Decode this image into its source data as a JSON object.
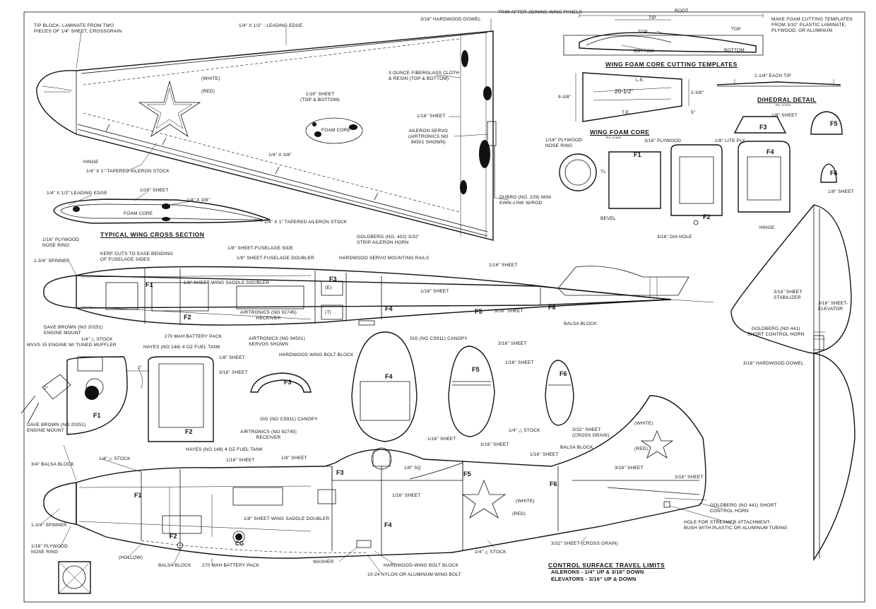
{
  "labels": {
    "tip_block": "Tip block- laminate from two\npieces of 1/4\" sheet, crossgrain",
    "leading_edge_top": "1/4\" x 1/2\" - leading edge",
    "hardwood_dowel": "3/16\" hardwood dowel",
    "trim_after": "Trim after joining wing panels",
    "white_wing": "(White)",
    "red_wing": "(Red)",
    "sheet_wing": "1/16\" sheet\n(top & bottom)",
    "fiberglass": "3 ounce fiberglass cloth\n& resin (top & bottom)",
    "sheet_116_a": "1/16\" sheet",
    "foam_core_wing": "Foam core",
    "aileron_servo": "Aileron servo\n(Airtronics no\n94501 shown)",
    "hinge_top": "Hinge",
    "tapered_stock_top": "1/4\" x 1\"-tapered aileron stock",
    "stock_14_38_a": "1/4\" x 3/8\"",
    "dubro": "Dubro (no. 229) mini\nkwik-link w/rod",
    "goldberg_402": "Goldberg (no. 402) 3/32\"\nstrip aileron horn",
    "le_section": "1/4\" x 1/2\" leading edge",
    "sheet_116_section": "1/16\" sheet",
    "stock_14_38_section": "1/4\" x 3/8\"",
    "foam_core_section": "Foam core",
    "tapered_stock_section": "1/4\" x 1\" tapered aileron stock",
    "root": "Root",
    "tip": "Tip",
    "top_a": "Top",
    "top_b": "Top",
    "bottom_a": "Bottom",
    "bottom_b": "Bottom",
    "make_templates": "Make foam cutting templates\nfrom 3/32\" plastic laminate,\nplywood, or aluminum",
    "each_tip": "1-1/4\" each tip",
    "dim_938": "9-3/8\"",
    "dim_2012": "20-1/2\"",
    "dim_238": "2-3/8\"",
    "dim_5": "5\"",
    "le_mark": "L.E.",
    "te_mark": "T.E.",
    "plywood_ring_top": "1/16\" plywood\nnose ring",
    "ply_316": "3/16\" plywood",
    "lite_ply": "1/8\" lite ply",
    "sheet_18_f3": "1/8\" sheet",
    "sheet_18_f6": "1/8\" sheet",
    "tl": "TL",
    "bevel": "Bevel",
    "dia_hole": "3/16\" dia hole",
    "hinge_right": "Hinge",
    "f1_top": "F1",
    "f2_top": "F2",
    "f3_top": "F3",
    "f4_top": "F4",
    "f5_top": "F5",
    "f6_top": "F6",
    "plywood_ring_side": "1/16\" plywood\nnose ring",
    "spinner_top": "1-3/4\" spinner",
    "kerf": "Kerf cuts to ease bending\nof fuselage sides",
    "fuselage_side": "1/8\" sheet-fuselage side",
    "fuselage_doubler": "1/8\" sheet-fuselage doubler",
    "servo_rails": "Hardwood servo mounting rails",
    "sheet_116_top_fuse": "1/16\" sheet",
    "saddle_doubler_top": "1/8\" sheet-wing saddle doubler",
    "sheet_116_b": "1/16\" sheet",
    "receiver_top": "Airtronics (no 92745)\nreceiver",
    "sheet_316_a": "3/16\" sheet",
    "dave_brown_top": "Dave Brown (no 20251)\nengine mount",
    "stock_14_a": "1/4\" △ stock",
    "battery_top": "270 mAh battery pack",
    "fuel_tank_top": "Hayes (no 148) 4 oz fuel tank",
    "servos_top": "Airtronics (no 94501)\nservos shown",
    "balsa_block_top": "Balsa block",
    "mvvs": "MVVS 15 engine w/ tuned muffler",
    "bolt_block_top": "Hardwood wing bolt block",
    "sig_canopy_top": "SIG (no CS911) canopy",
    "sheet_18_b": "1/8\" sheet",
    "sheet_316_b": "3/16\" sheet",
    "sheet_316_c": "3/16\" sheet",
    "sheet_116_c": "1/16\" sheet",
    "stock_14_b": "1/4\" △ stock",
    "sheet_332_cross": "3/32\" sheet\n(cross grain)",
    "sheet_316_stab": "3/16\" sheet\nstabilizer",
    "sheet_316_elev": "3/16\" sheet-\nelevator",
    "goldberg_441_top": "Goldberg (no 441)\nshort control horn",
    "hardwood_dowel_tail": "3/16\" hardwood dowel",
    "down_thrust": "2°",
    "side_thrust": "2°",
    "dave_brown_side": "Dave Brown (no 20251)\nengine mount",
    "fuel_tank_side": "Hayes (no 148) 4 oz fuel tank",
    "receiver_side": "Airtronics (no 92745)\nreceiver",
    "sig_canopy_side": "SIG (no CS911) canopy",
    "balsa_block_34": "3/4\" balsa block",
    "stock_14_c": "1/4\" △ stock",
    "sheet_116_d": "1/16\" sheet",
    "sheet_18_c": "1/8\" sheet",
    "sheet_116_e": "1/16\" sheet",
    "sheet_316_d": "3/16\" sheet",
    "sheet_116_f": "1/16\" sheet",
    "sq_18": "1/8\" sq",
    "balsa_block_fin": "Balsa block",
    "white_tail": "(White)",
    "red_tail": "(Red)",
    "sheet_316_e": "3/16\" sheet",
    "sheet_316_f": "3/16\" sheet",
    "sheet_116_g": "1/16\" sheet",
    "saddle_doubler_side": "1/8\" sheet-wing saddle doubler",
    "white_fuse": "(White)",
    "red_fuse": "(Red)",
    "cg": "CG",
    "goldberg_441_side": "Goldberg (no 441) short\ncontrol horn",
    "streamer": "Hole for streamer attachment-\nbush with plastic or aluminum tubing",
    "spinner_side": "1-3/4\" spinner",
    "plywood_ring_bottom": "1/16\" plywood\nnose ring",
    "hollow": "(Hollow)",
    "balsa_block_bottom": "Balsa block",
    "battery_side": "270 mAh battery pack",
    "washer": "Washer",
    "bolt_block_side": "Hardwood-wing bolt block",
    "nylon_bolt": "10-24 nylon or aluminum wing bolt",
    "stock_14_d": "1/4\" △ stock",
    "sheet_332_bottom": "3/32\" sheet (cross grain)",
    "f1_side": "F1",
    "f2_side": "F2",
    "f3_side": "F3",
    "f4_side": "F4",
    "f5_side": "F5",
    "f6_side": "F6",
    "f1_a": "F1",
    "f2_a": "F2",
    "f3_a": "F3",
    "f4_a": "F4",
    "f5_a": "F5",
    "f6_a": "F6",
    "f1_b": "F1",
    "f2_b": "F2",
    "f3_b": "F3",
    "f4_b": "F4",
    "f5_b": "F5",
    "f6_b": "F6",
    "e_mark": "(E)",
    "t_mark": "(T)"
  },
  "headings": {
    "wing_templates": "Wing foam core cutting templates",
    "dihedral": "Dihedral detail",
    "wing_core": "Wing foam core",
    "cross_section": "Typical wing cross section",
    "travel_title": "Control surface travel limits",
    "ailerons": "Ailerons - 1/4\" up & 3/16\" down",
    "elevators": "Elevators - 3/16\" up & down"
  },
  "subnotes": {
    "no_scale_a": "No scale",
    "no_scale_b": "No scale"
  }
}
